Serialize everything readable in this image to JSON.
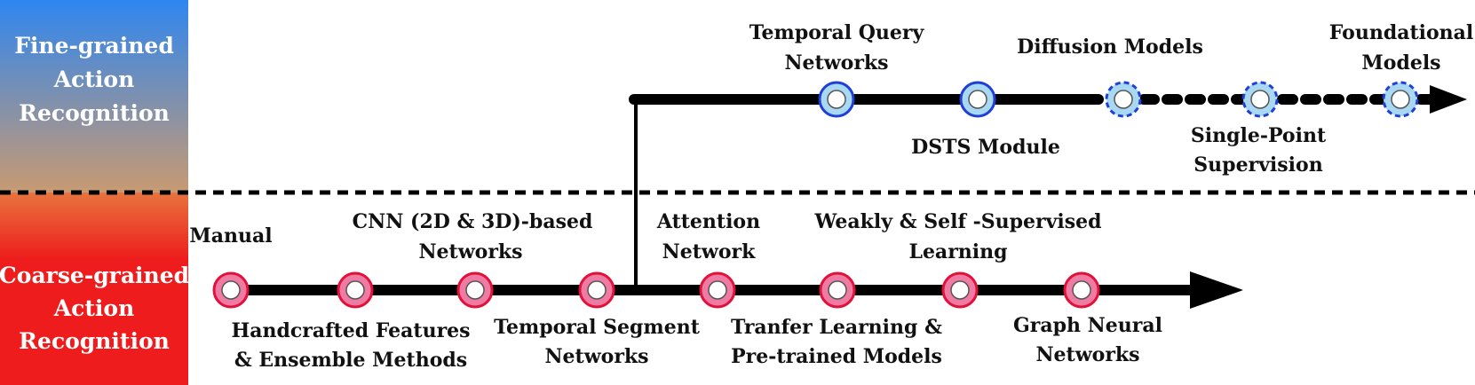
{
  "colors": {
    "fine_band_top": "#2f86f0",
    "fine_band_bottom": "#c89a72",
    "coarse_band_top": "#e8743e",
    "coarse_band_bottom": "#ee1c1c",
    "coarse_node_fill": "#ef7ba3",
    "coarse_node_stroke": "#e0113b",
    "fine_node_fill": "#a9d8f2",
    "fine_node_stroke": "#1f3fd6",
    "timeline": "#000000"
  },
  "side_labels": {
    "fine": [
      "Fine-grained",
      "Action",
      "Recognition"
    ],
    "coarse": [
      "Coarse-grained",
      "Action",
      "Recognition"
    ]
  },
  "coarse_timeline": {
    "nodes": [
      {
        "label_above": [
          "Manual"
        ],
        "label_below": []
      },
      {
        "label_above": [],
        "label_below": [
          "Handcrafted Features",
          "& Ensemble Methods"
        ]
      },
      {
        "label_above": [
          "CNN (2D & 3D)-based",
          "Networks"
        ],
        "label_below": []
      },
      {
        "label_above": [],
        "label_below": [
          "Temporal Segment",
          "Networks"
        ]
      },
      {
        "label_above": [
          "Attention",
          "Network"
        ],
        "label_below": []
      },
      {
        "label_above": [],
        "label_below": [
          "Tranfer Learning &",
          "Pre-trained Models"
        ]
      },
      {
        "label_above": [
          "Weakly & Self -Supervised",
          "Learning"
        ],
        "label_below": []
      },
      {
        "label_above": [],
        "label_below": [
          "Graph Neural",
          "Networks"
        ]
      }
    ]
  },
  "fine_timeline": {
    "nodes": [
      {
        "label_above": [
          "Temporal Query",
          "Networks"
        ],
        "label_below": [],
        "future": false
      },
      {
        "label_above": [],
        "label_below": [
          "DSTS Module"
        ],
        "future": false
      },
      {
        "label_above": [
          "Diffusion Models"
        ],
        "label_below": [],
        "future": true
      },
      {
        "label_above": [],
        "label_below": [
          "Single-Point",
          "Supervision"
        ],
        "future": true
      },
      {
        "label_above": [
          "Foundational",
          "Models"
        ],
        "label_below": [],
        "future": true
      }
    ]
  }
}
